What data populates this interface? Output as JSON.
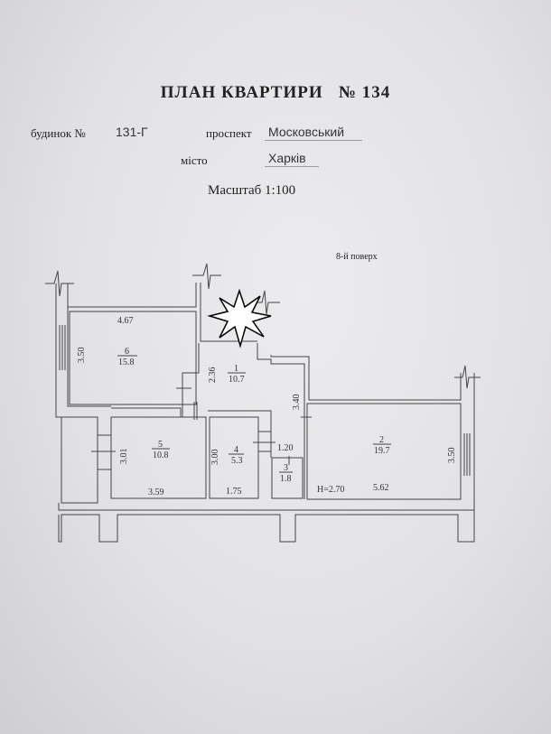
{
  "title": "ПЛАН КВАРТИРИ   № 134",
  "address": {
    "building_label": "будинок №",
    "building_value": "131-Г",
    "street_type_label": "проспект",
    "street_value": "Московський",
    "city_label": "місто",
    "city_value": "Харків"
  },
  "scale": "Масштаб 1:100",
  "floor": "8-й поверх",
  "rooms": [
    {
      "number": "6",
      "area": "15.8",
      "width": "4.67",
      "depth": "3.50"
    },
    {
      "number": "1",
      "area": "10.7",
      "dim_a": "2.36",
      "dim_b": "3.40"
    },
    {
      "number": "5",
      "area": "10.8",
      "width": "3.59",
      "depth": "3.01"
    },
    {
      "number": "4",
      "area": "5.3",
      "width": "1.75",
      "depth": "3.00"
    },
    {
      "number": "3",
      "area": "1.8",
      "width": "1.20"
    },
    {
      "number": "2",
      "area": "19.7",
      "width": "5.62",
      "depth": "3.50"
    }
  ],
  "ceiling_height": "H=2.70"
}
